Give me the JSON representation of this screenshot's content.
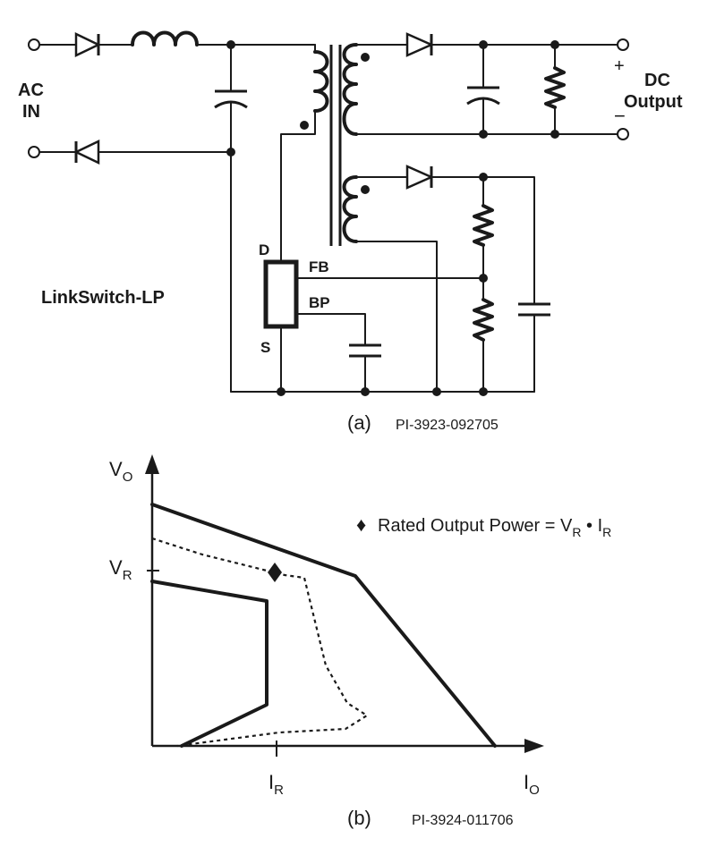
{
  "circuit": {
    "ac_in_line1": "AC",
    "ac_in_line2": "IN",
    "dc_out_line1": "DC",
    "dc_out_line2": "Output",
    "plus": "+",
    "minus": "−",
    "ic_name": "LinkSwitch-LP",
    "pin_d": "D",
    "pin_s": "S",
    "pin_fb": "FB",
    "pin_bp": "BP",
    "caption": "(a)",
    "part_id": "PI-3923-092705"
  },
  "graph": {
    "y_axis_main": "V",
    "y_axis_sub": "O",
    "x_axis_main": "I",
    "x_axis_sub": "O",
    "vr_main": "V",
    "vr_sub": "R",
    "ir_main": "I",
    "ir_sub": "R",
    "legend_symbol": "♦",
    "legend_text": "Rated Output Power = V",
    "legend_sub1": "R",
    "legend_mid": " • I",
    "legend_sub2": "R",
    "caption": "(b)",
    "part_id": "PI-3924-011706"
  }
}
